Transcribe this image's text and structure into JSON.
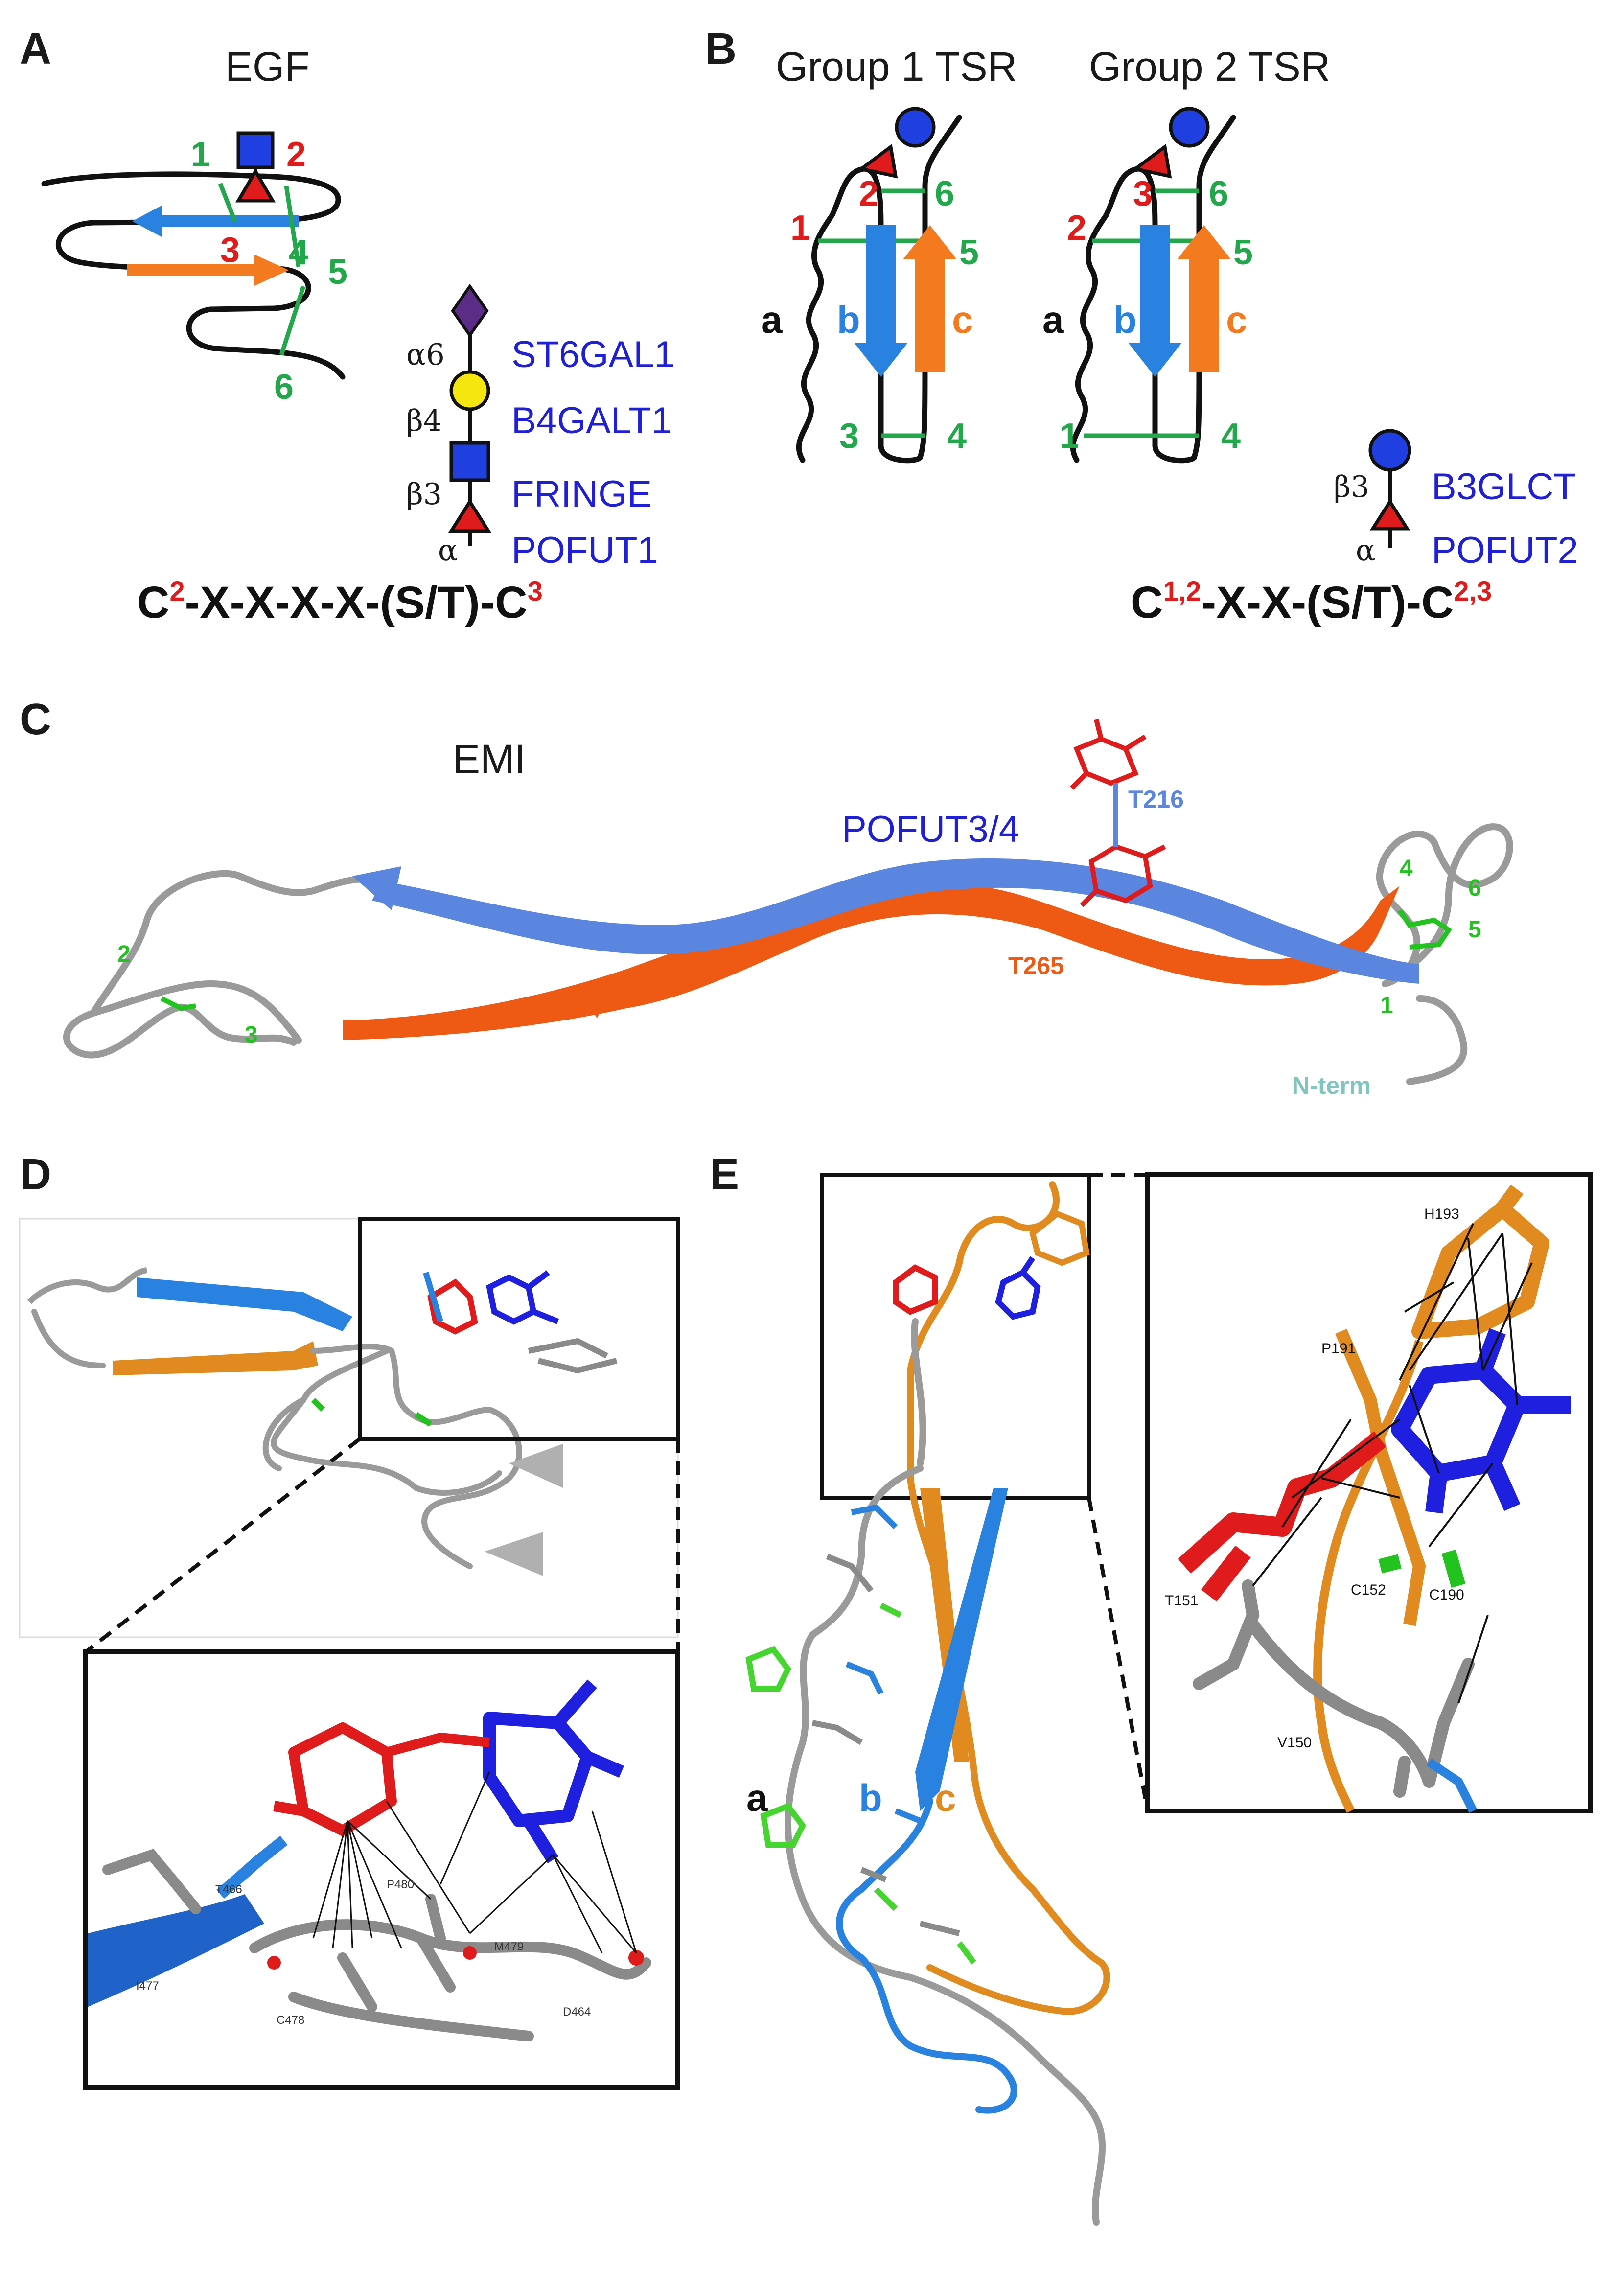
{
  "colors": {
    "red": "#e01b1b",
    "green": "#22a84a",
    "blue": "#1f3fe0",
    "strand_blue": "#2a82e0",
    "strand_orange": "#f47a1f",
    "gray": "#9a9a9a",
    "yellow": "#f5e60f",
    "purple": "#5b2d86",
    "emi_orange": "#ee5a14",
    "emi_blue": "#5b86e0",
    "cys_green": "#22c31e"
  },
  "panel_a": {
    "label": "A",
    "title": "EGF",
    "disulfide_numbers": [
      "1",
      "2",
      "3",
      "4",
      "5",
      "6"
    ],
    "glycan": {
      "linkages": [
        "α6",
        "β4",
        "β3",
        "α"
      ],
      "enzymes": [
        "ST6GAL1",
        "B4GALT1",
        "FRINGE",
        "POFUT1"
      ],
      "icons": [
        "sialic-acid-diamond-icon",
        "galactose-circle-icon",
        "glcnac-square-icon",
        "fucose-triangle-icon"
      ]
    },
    "motif": {
      "c1": "C",
      "sup1": "2",
      "mid": "-X-X-X-X-(S/T)-C",
      "sup2": "3"
    }
  },
  "panel_b": {
    "label": "B",
    "group1": {
      "title": "Group 1 TSR",
      "numbers": [
        "1",
        "2",
        "6",
        "5",
        "3",
        "4"
      ]
    },
    "group2": {
      "title": "Group 2 TSR",
      "numbers": [
        "2",
        "3",
        "6",
        "5",
        "1",
        "4"
      ]
    },
    "strands": [
      "a",
      "b",
      "c"
    ],
    "glycan": {
      "linkages": [
        "β3",
        "α"
      ],
      "enzymes": [
        "B3GLCT",
        "POFUT2"
      ]
    },
    "motif": {
      "c1": "C",
      "sup1": "1,2",
      "mid": "-X-X-(S/T)-C",
      "sup2": "2,3"
    }
  },
  "panel_c": {
    "label": "C",
    "title": "EMI",
    "enzyme": "POFUT3/4",
    "residues": [
      "T216",
      "T265"
    ],
    "cys": [
      "1",
      "2",
      "3",
      "4",
      "5",
      "6"
    ],
    "nterm": "N-term"
  },
  "panel_d": {
    "label": "D",
    "residues": [
      "I477",
      "T466",
      "P480",
      "M479",
      "C478",
      "D464"
    ]
  },
  "panel_e": {
    "label": "E",
    "strands": [
      "a",
      "b",
      "c"
    ],
    "residues": [
      "H193",
      "P191",
      "T151",
      "C152",
      "C190",
      "V150"
    ]
  }
}
